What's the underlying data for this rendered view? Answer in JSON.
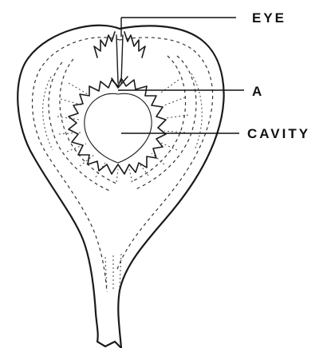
{
  "labels": {
    "eye": "EYE",
    "a": "A",
    "cavity": "CAVITY"
  },
  "colors": {
    "ink": "#1a1a1a",
    "background": "#ffffff"
  }
}
